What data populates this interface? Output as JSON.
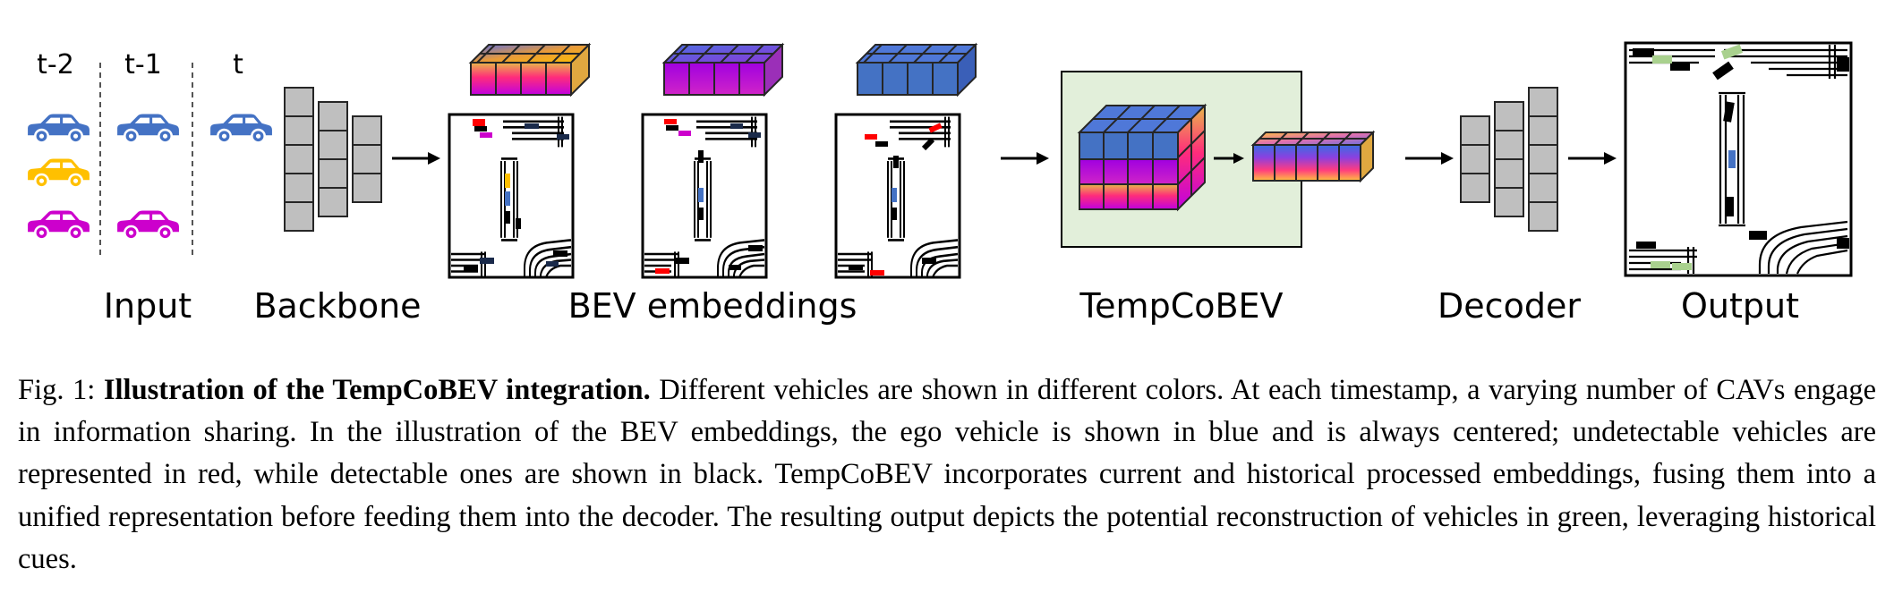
{
  "diagram": {
    "time_labels": [
      "t-2",
      "t-1",
      "t"
    ],
    "stage_labels": {
      "input": "Input",
      "backbone": "Backbone",
      "bev": "BEV embeddings",
      "tempcobev": "TempCoBEV",
      "decoder": "Decoder",
      "output": "Output"
    },
    "vehicle_colors": {
      "blue": "#4472c4",
      "yellow": "#ffc000",
      "magenta": "#cc00cc"
    },
    "map_colors": {
      "ego": "#4472c4",
      "undetectable": "#ff0000",
      "detectable": "#000000",
      "reconstructed": "#a9d18e"
    },
    "panel_background": "#e2efda"
  },
  "caption": {
    "prefix": "Fig. 1: ",
    "title": "Illustration of the TempCoBEV integration.",
    "body": " Different vehicles are shown in different colors. At each timestamp, a varying number of CAVs engage in information sharing. In the illustration of the BEV embeddings, the ego vehicle is shown in blue and is always centered; undetectable vehicles are represented in red, while detectable ones are shown in black. TempCoBEV incorporates current and historical processed embeddings, fusing them into a unified representation before feeding them into the decoder. The resulting output depicts the potential reconstruction of vehicles in green, leveraging historical cues."
  }
}
